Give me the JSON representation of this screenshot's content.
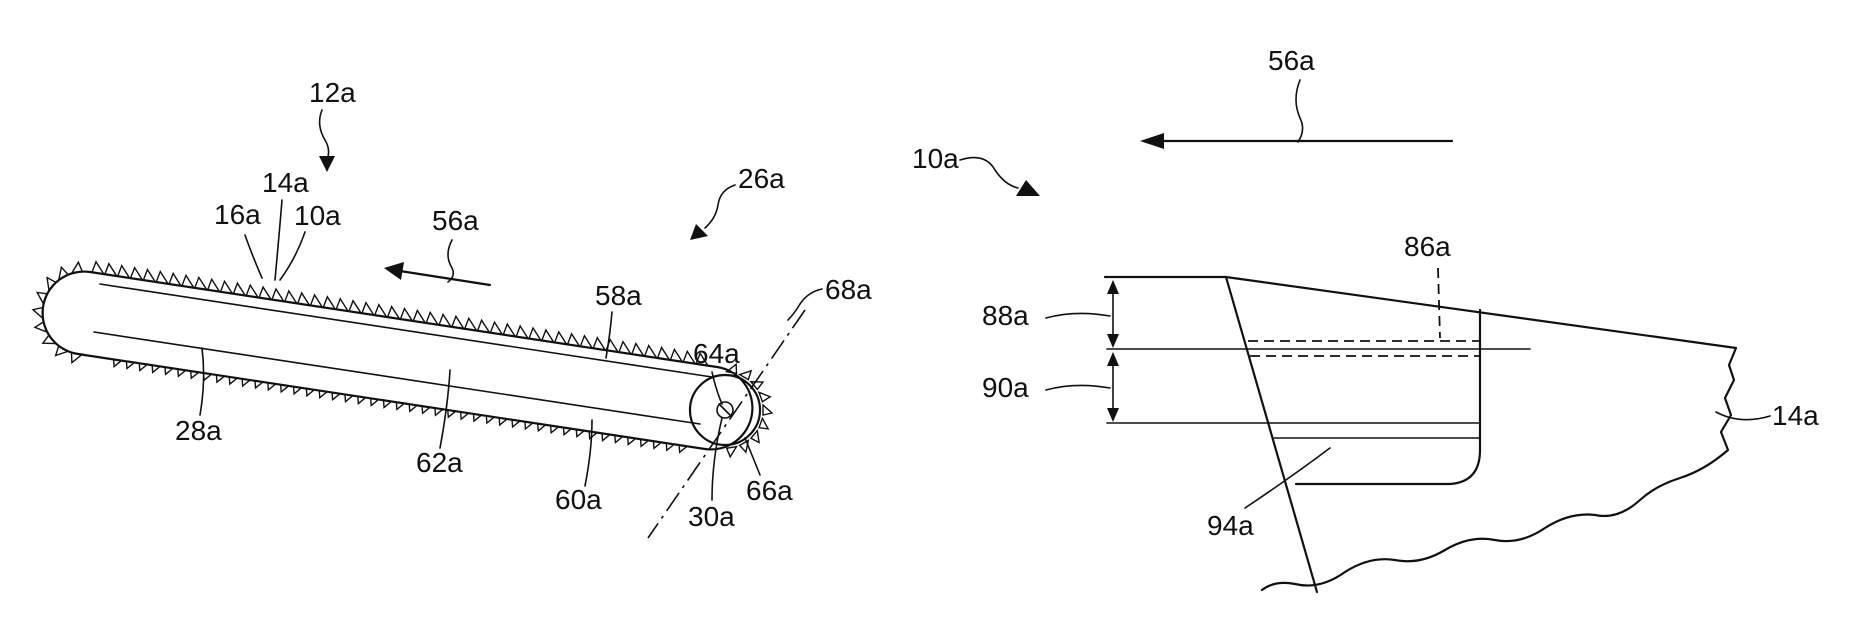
{
  "left_figure": {
    "labels": {
      "tool": "12a",
      "guide_unit": "26a",
      "tooth_14": "14a",
      "tooth_16": "16a",
      "element_10": "10a",
      "direction": "56a",
      "upper_edge": "58a",
      "center": "64a",
      "axis": "68a",
      "bar_end": "28a",
      "side": "62a",
      "lower_edge": "60a",
      "pivot": "30a",
      "sprocket": "66a"
    }
  },
  "right_figure": {
    "labels": {
      "direction": "56a",
      "element": "10a",
      "line_86": "86a",
      "height_88": "88a",
      "height_90": "90a",
      "tooth": "14a",
      "region_94": "94a"
    }
  }
}
